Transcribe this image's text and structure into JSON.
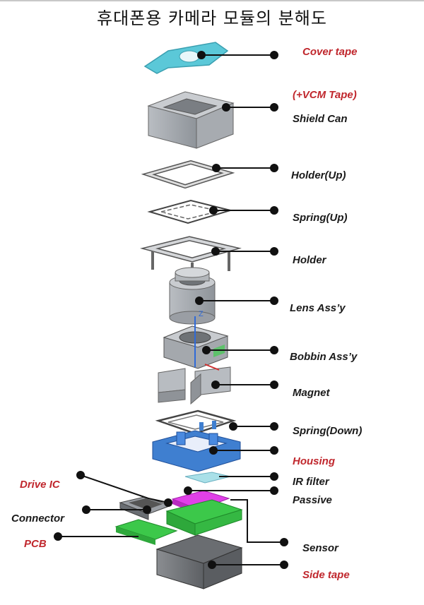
{
  "title": "휴대폰용 카메라 모듈의 분해도",
  "labels": {
    "cover_tape": "Cover tape",
    "vcm_tape": "(+VCM Tape)",
    "shield_can": "Shield Can",
    "holder_up": "Holder(Up)",
    "spring_up": "Spring(Up)",
    "holder": "Holder",
    "lens_assy": "Lens Ass’y",
    "bobbin_assy": "Bobbin Ass’y",
    "magnet": "Magnet",
    "spring_down": "Spring(Down)",
    "housing": "Housing",
    "ir_filter": "IR filter",
    "passive": "Passive",
    "drive_ic": "Drive IC",
    "connector": "Connector",
    "pcb": "PCB",
    "sensor": "Sensor",
    "side_tape": "Side tape"
  },
  "axis_label": "Z",
  "colors": {
    "red_label": "#c0272d",
    "cover_tape": "#5bc8d8",
    "housing": "#3f7fd0",
    "pcb": "#3cc84a",
    "passive": "#e040e8",
    "grey_part": "#9a9ea4"
  }
}
